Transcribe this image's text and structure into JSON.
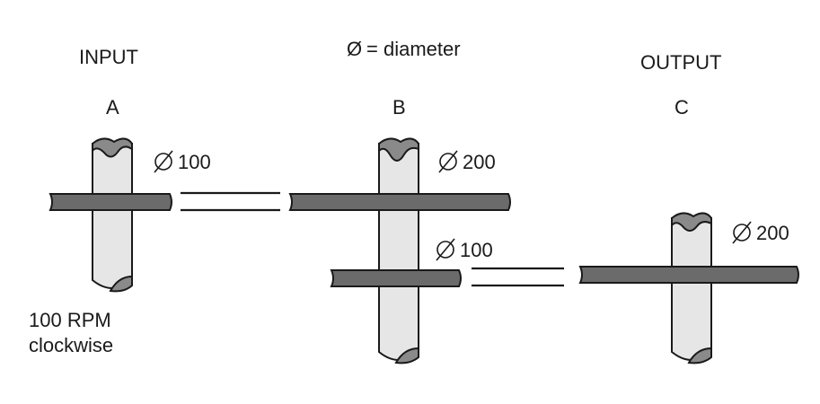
{
  "legend": {
    "symbol": "Ø",
    "text": "= diameter"
  },
  "input_label": "INPUT",
  "output_label": "OUTPUT",
  "shafts": [
    {
      "id": "A",
      "label": "A"
    },
    {
      "id": "B",
      "label": "B"
    },
    {
      "id": "C",
      "label": "C"
    }
  ],
  "pulleys": {
    "a": {
      "value": "100"
    },
    "b_large": {
      "value": "200"
    },
    "b_small": {
      "value": "100"
    },
    "c": {
      "value": "200"
    }
  },
  "input_speed": {
    "line1": "100 RPM",
    "line2": "clockwise"
  },
  "colors": {
    "shaft_fill": "#e6e6e6",
    "shaft_cut": "#8a8a8a",
    "pulley_fill": "#6b6b6b",
    "outline": "#1a1a1a"
  }
}
